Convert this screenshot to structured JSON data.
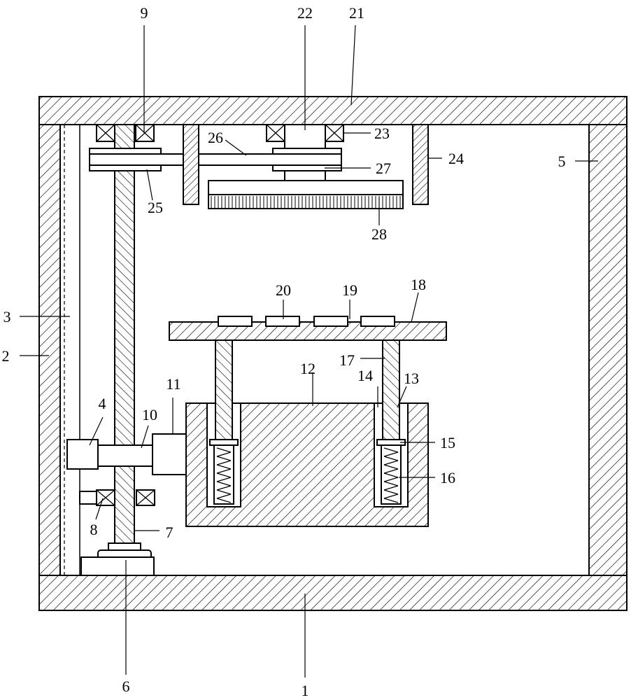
{
  "figure": {
    "labels": {
      "n1": "1",
      "n2": "2",
      "n3": "3",
      "n4": "4",
      "n5": "5",
      "n6": "6",
      "n7": "7",
      "n8": "8",
      "n9": "9",
      "n10": "10",
      "n11": "11",
      "n12": "12",
      "n13": "13",
      "n14": "14",
      "n15": "15",
      "n16": "16",
      "n17": "17",
      "n18": "18",
      "n19": "19",
      "n20": "20",
      "n21": "21",
      "n22": "22",
      "n23": "23",
      "n24": "24",
      "n25": "25",
      "n26": "26",
      "n27": "27",
      "n28": "28"
    },
    "colors": {
      "line": "#000000",
      "background": "#ffffff"
    }
  }
}
